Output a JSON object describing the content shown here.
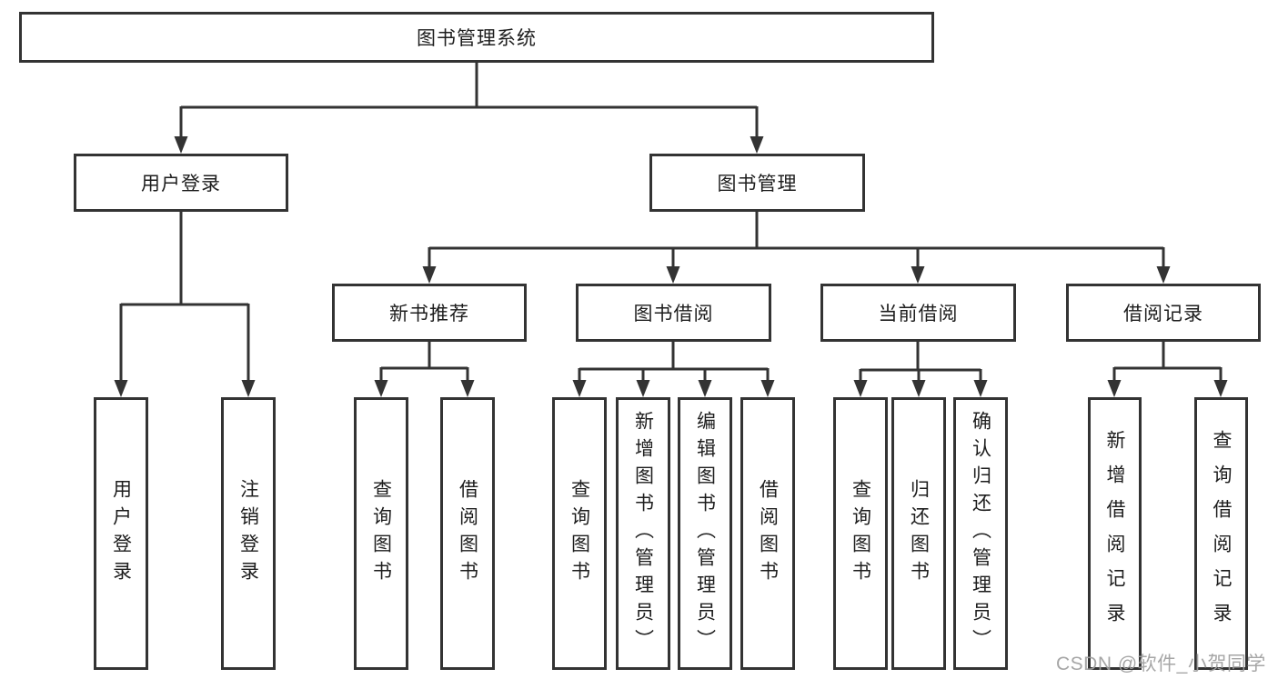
{
  "tree": {
    "label": "图书管理系统",
    "children": [
      {
        "label": "用户登录",
        "children": [
          {
            "label": "用户登录"
          },
          {
            "label": "注销登录"
          }
        ]
      },
      {
        "label": "图书管理",
        "children": [
          {
            "label": "新书推荐",
            "children": [
              {
                "label": "查询图书"
              },
              {
                "label": "借阅图书"
              }
            ]
          },
          {
            "label": "图书借阅",
            "children": [
              {
                "label": "查询图书"
              },
              {
                "label": "新增图书（管理员）"
              },
              {
                "label": "编辑图书（管理员）"
              },
              {
                "label": "借阅图书"
              }
            ]
          },
          {
            "label": "当前借阅",
            "children": [
              {
                "label": "查询图书"
              },
              {
                "label": "归还图书"
              },
              {
                "label": "确认归还（管理员）"
              }
            ]
          },
          {
            "label": "借阅记录",
            "children": [
              {
                "label": "新增借阅记录"
              },
              {
                "label": "查询借阅记录"
              }
            ]
          }
        ]
      }
    ]
  },
  "watermark": "CSDN @软件_小贺同学",
  "colors": {
    "line": "#333333",
    "text": "#1d1d1d",
    "watermark": "#9e9e9e",
    "background": "#ffffff"
  }
}
